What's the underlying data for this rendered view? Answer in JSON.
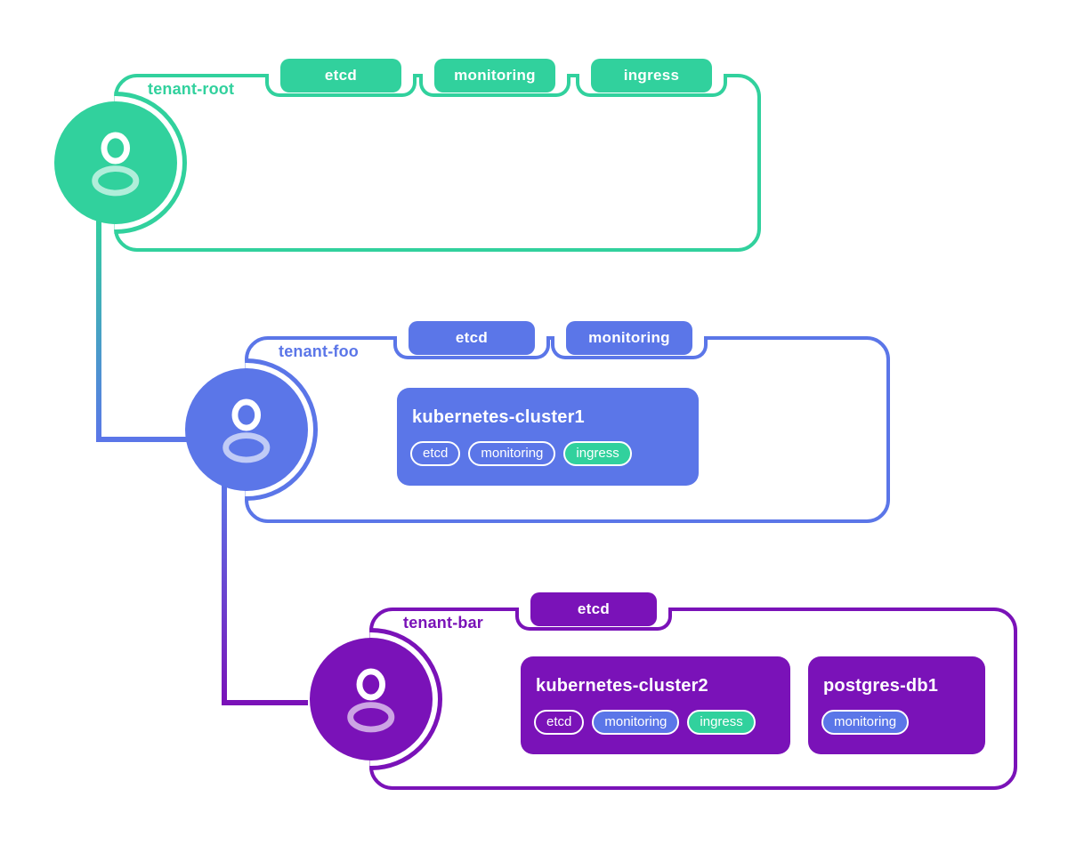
{
  "diagram_title": "tenant-hierarchy-diagram",
  "colors": {
    "green": "#31d19d",
    "blue": "#5b76e8",
    "purple": "#7a12b8",
    "text_on_fill": "#ffffff"
  },
  "tenants": [
    {
      "name": "tenant-root",
      "color": "green",
      "avatar_icon": "person-icon",
      "badges": [
        {
          "label": "etcd"
        },
        {
          "label": "monitoring"
        },
        {
          "label": "ingress"
        }
      ],
      "cards": []
    },
    {
      "name": "tenant-foo",
      "color": "blue",
      "avatar_icon": "person-icon",
      "badges": [
        {
          "label": "etcd"
        },
        {
          "label": "monitoring"
        }
      ],
      "cards": [
        {
          "title": "kubernetes-cluster1",
          "pills": [
            {
              "label": "etcd",
              "style": "outline"
            },
            {
              "label": "monitoring",
              "style": "outline"
            },
            {
              "label": "ingress",
              "style": "green"
            }
          ]
        }
      ]
    },
    {
      "name": "tenant-bar",
      "color": "purple",
      "avatar_icon": "person-icon",
      "badges": [
        {
          "label": "etcd"
        }
      ],
      "cards": [
        {
          "title": "kubernetes-cluster2",
          "pills": [
            {
              "label": "etcd",
              "style": "outline"
            },
            {
              "label": "monitoring",
              "style": "blue"
            },
            {
              "label": "ingress",
              "style": "green"
            }
          ]
        },
        {
          "title": "postgres-db1",
          "pills": [
            {
              "label": "monitoring",
              "style": "blue"
            }
          ]
        }
      ]
    }
  ],
  "connectors": [
    {
      "from": "tenant-root",
      "to": "tenant-foo",
      "gradient": [
        "#31d19d",
        "#5b76e8"
      ]
    },
    {
      "from": "tenant-foo",
      "to": "tenant-bar",
      "gradient": [
        "#5b76e8",
        "#7a12b8"
      ]
    }
  ]
}
